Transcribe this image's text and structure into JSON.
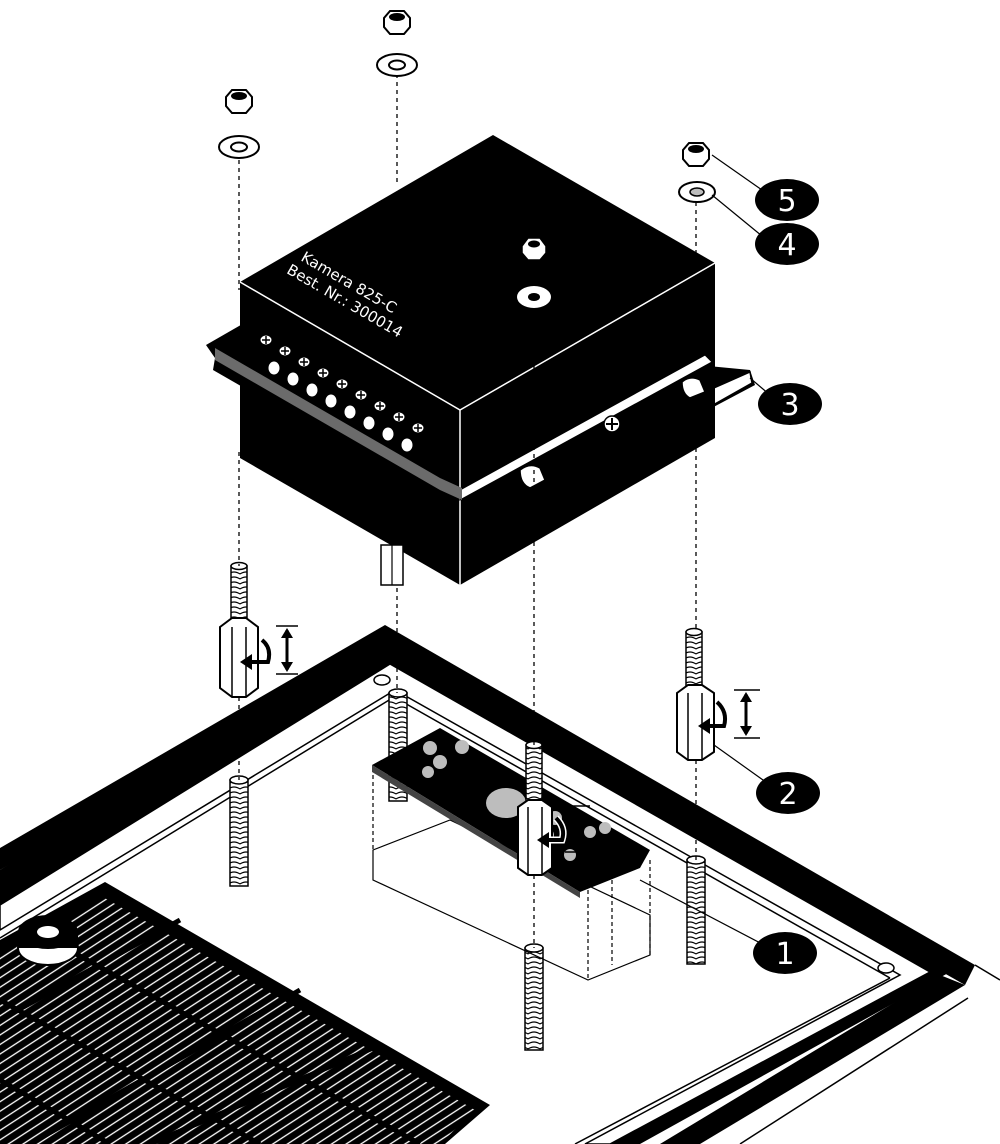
{
  "device_label": {
    "line1": "Kamera 825-C",
    "line2": "Best. Nr.: 300014"
  },
  "callouts": [
    {
      "id": "1",
      "text": "1"
    },
    {
      "id": "2",
      "text": "2"
    },
    {
      "id": "3",
      "text": "3"
    },
    {
      "id": "4",
      "text": "4"
    },
    {
      "id": "5",
      "text": "5"
    }
  ],
  "colors": {
    "ink": "#000000",
    "paper": "#ffffff",
    "gray_mid": "#6b6b6b",
    "gray_light": "#bdbdbd"
  }
}
